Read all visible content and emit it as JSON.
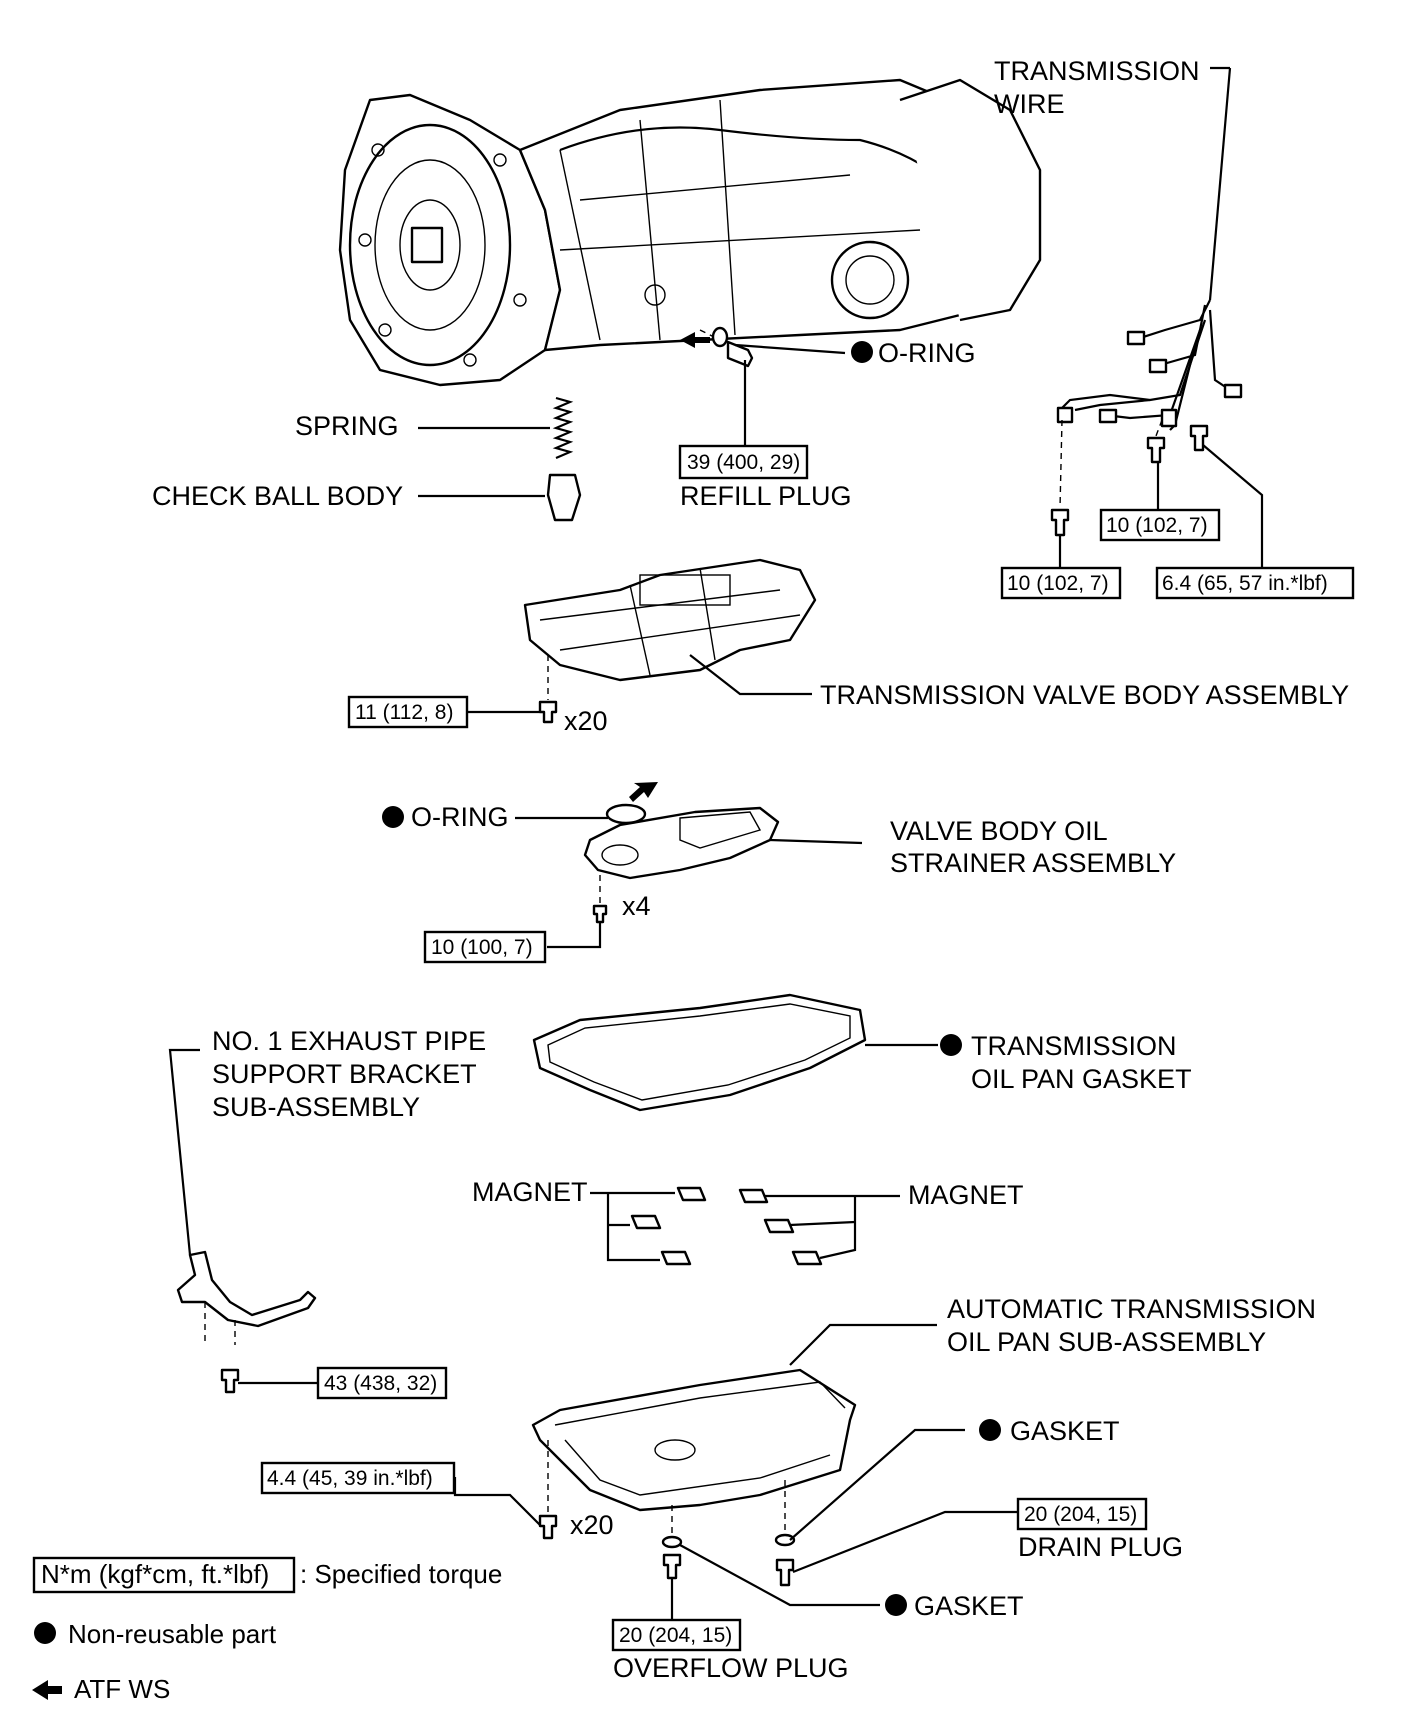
{
  "labels": {
    "transmission_wire_1": "TRANSMISSION",
    "transmission_wire_2": "WIRE",
    "o_ring_top": "O-RING",
    "spring": "SPRING",
    "check_ball_body": "CHECK BALL BODY",
    "refill_plug": "REFILL PLUG",
    "valve_body": "TRANSMISSION VALVE BODY ASSEMBLY",
    "valve_body_qty": "x20",
    "o_ring_strainer": "O-RING",
    "strainer_1": "VALVE BODY OIL",
    "strainer_2": "STRAINER ASSEMBLY",
    "strainer_qty": "x4",
    "exhaust_bracket_1": "NO. 1 EXHAUST PIPE",
    "exhaust_bracket_2": "SUPPORT BRACKET",
    "exhaust_bracket_3": "SUB-ASSEMBLY",
    "pan_gasket_1": "TRANSMISSION",
    "pan_gasket_2": "OIL PAN GASKET",
    "magnet_left": "MAGNET",
    "magnet_right": "MAGNET",
    "oil_pan_1": "AUTOMATIC TRANSMISSION",
    "oil_pan_2": "OIL PAN SUB-ASSEMBLY",
    "gasket_upper": "GASKET",
    "drain_plug": "DRAIN PLUG",
    "oil_pan_qty": "x20",
    "gasket_lower": "GASKET",
    "overflow_plug": "OVERFLOW PLUG"
  },
  "torques": {
    "refill_plug": "39 (400, 29)",
    "wire_bolt_mid": "10 (102, 7)",
    "wire_bolt_left": "10 (102, 7)",
    "wire_bolt_right": "6.4 (65, 57 in.*lbf)",
    "valve_body": "11 (112, 8)",
    "strainer": "10 (100, 7)",
    "exhaust_bracket": "43 (438, 32)",
    "oil_pan": "4.4 (45, 39 in.*lbf)",
    "drain_plug": "20 (204, 15)",
    "overflow_plug": "20 (204, 15)"
  },
  "legend": {
    "torque_box": "N*m (kgf*cm, ft.*lbf)",
    "torque_desc": ": Specified torque",
    "non_reusable": "Non-reusable part",
    "atf": "ATF WS"
  }
}
